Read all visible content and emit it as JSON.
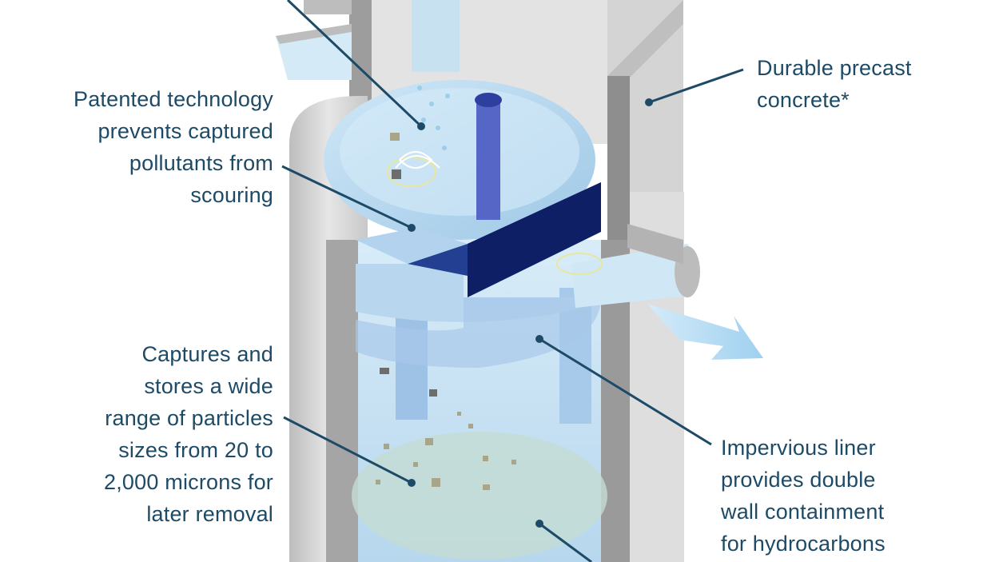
{
  "callouts": {
    "scour": "Patented technology\nprevents captured\npollutants from\nscouring",
    "particles": "Captures and\nstores a wide\nrange of particles\nsizes from 20 to\n2,000 microns for\nlater removal",
    "concrete": "Durable precast\nconcrete*",
    "liner": "Impervious liner\nprovides double\nwall containment\nfor hydrocarbons"
  },
  "colors": {
    "text": "#1d4a66",
    "leader": "#1d4a66",
    "concrete": "#d9d9d9",
    "concrete_dark": "#a8a8a8",
    "water": "#cfe6f5",
    "water_deep": "#a9cfe8",
    "baffle": "#1f3a8c",
    "baffle_dark": "#0d1f66",
    "sediment": "#c9d9cf"
  }
}
